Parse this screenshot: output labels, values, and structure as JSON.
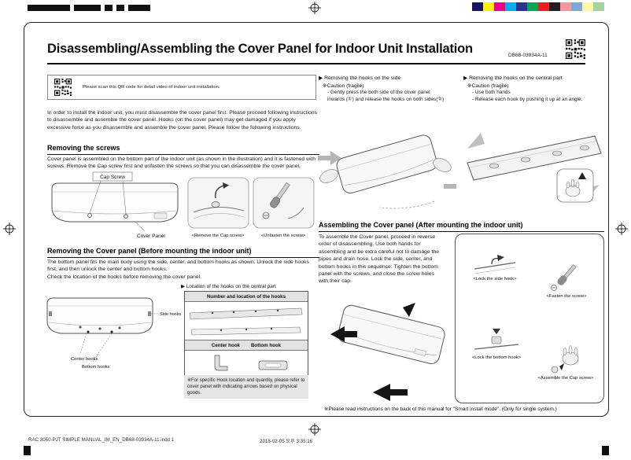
{
  "print_marks": {
    "color_bar": [
      "#1b1464",
      "#fff200",
      "#ec008c",
      "#00aeef",
      "#2e3192",
      "#00a651",
      "#ed1c24",
      "#231f20",
      "#f5989d",
      "#7da7d9",
      "#fff9ae",
      "#a3d39c"
    ]
  },
  "header": {
    "title": "Disassembling/Assembling the Cover Panel for Indoor Unit Installation",
    "doc_number": "DB68-03934A-11"
  },
  "qr_box": {
    "note": "Please scan this QR code for detail video of indoor unit installation."
  },
  "intro": "In order to install the indoor unit, you must disassemble the cover panel first. Please proceed following instructions to disassemble and assemble the cover panel. Hooks (on the cover panel) may get damaged if you apply excessive force as you disassemble and assemble the cover panel. Please follow the following instructions.",
  "removing_screws": {
    "heading": "Removing the screws",
    "body": "Cover panel is assembled on the bottom part of the indoor unit (as shown in the illustration) and it is fastened with screws. Remove the Cap screw first and unfasten the screws so that you can disassemble the cover panel.",
    "label_cap_screw": "Cap Screw",
    "label_cover_panel": "Cover Panel",
    "caption_remove_cap": "<Remove the Cap screw>",
    "caption_unfasten": "<Unfasten the screw>"
  },
  "removing_cover": {
    "heading": "Removing the Cover panel (Before mounting the indoor unit)",
    "body": "The bottom panel fits the main body using the side, center, and bottom hooks as shown. Unlock the side hooks first, and then unlock the center and bottom hooks.",
    "body2": "Check the location of the hooks before removing the cover panel.",
    "label_side_hooks": "Side hooks",
    "label_center_hooks": "Center hooks",
    "label_bottom_hooks": "Bottom hooks",
    "hooks_panel": {
      "title": "▶ Location of the hooks on the central part",
      "table_header1": "Number and location of the hooks",
      "header2_left": "Center hook",
      "header2_right": "Bottom hook",
      "note": "※For specific Hook location and quantity, please refer to cover panel with indicating arrows based on physical goods."
    }
  },
  "removing_side": {
    "title": "▶ Removing the hooks on the side",
    "caution": "※Caution (fragile)",
    "step": "- Gently press the both side of the cover panel inwards (①) and release the hooks on both sides(②)"
  },
  "removing_central": {
    "title": "▶ Removing the hooks on the central part",
    "caution": "※Caution (fragile)",
    "step1": "- Use both hands",
    "step2": "- Release each hook by pushing it up at an angle."
  },
  "assembling": {
    "heading": "Assembling the Cover panel (After mounting the indoor unit)",
    "body": "To assemble the Cover panel, proceed in reverse order of disassembling. Use both hands for assembling and be extra careful not to damage the pipes and drain hose. Lock the side, center, and bottom hooks in this sequence. Tighten the bottom panel with the screws, and close the screw holes with their cap.",
    "caption_side_hook": "<Lock the side hook>",
    "caption_fasten": "<Fasten the screw>",
    "caption_bottom_hook": "<Lock the bottom hook>",
    "caption_cap": "<Assemble the Cap screw>"
  },
  "smart_install_note": "※Please read instructions on the back of this manual for \"Smart install mode\". (Only for single system.)",
  "footer": {
    "file": "RAC 3050-PJT SIMPLE MANUAL_IM_EN_DB68-03934A-11.indd   1",
    "datetime": "2018-02-05   오후 3:35:16"
  }
}
